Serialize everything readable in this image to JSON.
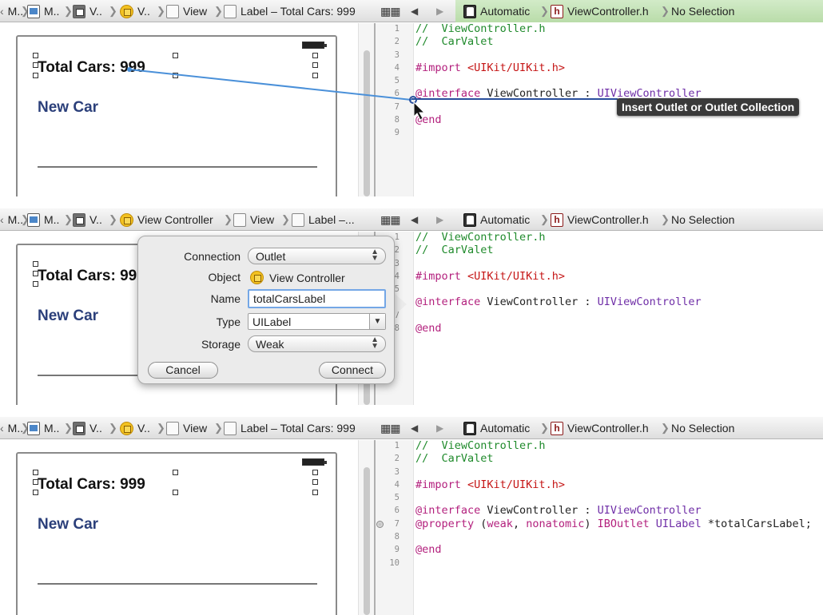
{
  "panel1": {
    "jumpbar": {
      "items": [
        "M..",
        "V..",
        "V..",
        "View",
        "Label – Total Cars: 999"
      ],
      "assistant_mode": "Automatic",
      "file": "ViewController.h",
      "selection": "No Selection"
    },
    "canvas": {
      "total_label": "Total Cars: 999",
      "new_car_label": "New Car"
    },
    "code_lines": [
      {
        "n": "1",
        "text": "//  ViewController.h"
      },
      {
        "n": "2",
        "text": "//  CarValet"
      },
      {
        "n": "3",
        "text": ""
      },
      {
        "n": "4",
        "kw": "#import ",
        "str": "<UIKit/UIKit.h>"
      },
      {
        "n": "5",
        "text": ""
      },
      {
        "n": "6",
        "kw": "@interface",
        "pln": " ViewController : ",
        "cls": "UIViewController"
      },
      {
        "n": "7",
        "text": ""
      },
      {
        "n": "8",
        "kw": "@end"
      },
      {
        "n": "9",
        "text": ""
      }
    ],
    "tooltip": "Insert Outlet or Outlet Collection"
  },
  "panel2": {
    "jumpbar": {
      "items": [
        "M..",
        "V..",
        "View Controller",
        "View",
        "Label –..."
      ],
      "assistant_mode": "Automatic",
      "file": "ViewController.h",
      "selection": "No Selection"
    },
    "canvas": {
      "total_label": "Total Cars: 999",
      "new_car_label": "New Car"
    },
    "code_lines": [
      {
        "n": "1",
        "text": "//  ViewController.h"
      },
      {
        "n": "2",
        "text": "//  CarValet"
      },
      {
        "n": "3",
        "text": ""
      },
      {
        "n": "4",
        "kw": "#import ",
        "str": "<UIKit/UIKit.h>"
      },
      {
        "n": "5",
        "text": ""
      },
      {
        "n": "6",
        "kw": "@interface",
        "pln": " ViewController : ",
        "cls": "UIViewController"
      },
      {
        "n": "7",
        "text": ""
      },
      {
        "n": "8",
        "kw": "@end"
      }
    ],
    "popover": {
      "connection_label": "Connection",
      "connection_value": "Outlet",
      "object_label": "Object",
      "object_value": "View Controller",
      "name_label": "Name",
      "name_value": "totalCarsLabel",
      "type_label": "Type",
      "type_value": "UILabel",
      "storage_label": "Storage",
      "storage_value": "Weak",
      "cancel": "Cancel",
      "connect": "Connect"
    }
  },
  "panel3": {
    "jumpbar": {
      "items": [
        "M..",
        "V..",
        "V..",
        "View",
        "Label – Total Cars: 999"
      ],
      "assistant_mode": "Automatic",
      "file": "ViewController.h",
      "selection": "No Selection"
    },
    "canvas": {
      "total_label": "Total Cars: 999",
      "new_car_label": "New Car"
    },
    "code_lines": [
      {
        "n": "1",
        "text": "//  ViewController.h"
      },
      {
        "n": "2",
        "text": "//  CarValet"
      },
      {
        "n": "3",
        "text": ""
      },
      {
        "n": "4",
        "kw": "#import ",
        "str": "<UIKit/UIKit.h>"
      },
      {
        "n": "5",
        "text": ""
      },
      {
        "n": "6",
        "kw": "@interface",
        "pln": " ViewController : ",
        "cls": "UIViewController"
      },
      {
        "n": "7",
        "kw": "@property",
        "pln": " (",
        "kw2": "weak",
        "pln2": ", ",
        "kw3": "nonatomic",
        "pln3": ") ",
        "kw4": "IBOutlet",
        "pln4": " ",
        "cls": "UILabel",
        "pln5": " *totalCarsLabel;"
      },
      {
        "n": "8",
        "text": ""
      },
      {
        "n": "9",
        "kw": "@end"
      },
      {
        "n": "10",
        "text": ""
      }
    ]
  },
  "colors": {
    "comment": "#1f8a2b",
    "keyword": "#b3207d",
    "string": "#c51616",
    "class": "#6f2ea7",
    "label_blue": "#2b3f7a",
    "jumpbar_active": "#c4e4b5"
  },
  "icons": [
    "chevron-left-icon",
    "document-icon",
    "storyboard-icon",
    "view-controller-icon",
    "view-icon",
    "label-icon",
    "related-files-icon",
    "back-arrow-icon",
    "forward-arrow-icon",
    "assistant-icon",
    "header-file-icon"
  ]
}
